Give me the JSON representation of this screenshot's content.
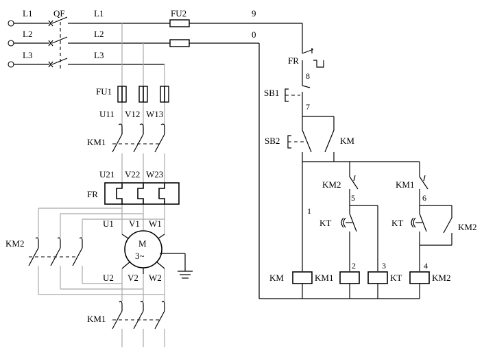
{
  "power": {
    "phases": [
      "L1",
      "L2",
      "L3"
    ],
    "breaker": "QF",
    "line_labels": [
      "L1",
      "L2",
      "L3"
    ],
    "fuse_main": "FU1",
    "terminals_top": [
      "U11",
      "V12",
      "W13"
    ],
    "contactor_main": "KM1",
    "terminals_mid": [
      "U21",
      "V22",
      "W23"
    ],
    "overload": "FR",
    "motor_terminals_top": [
      "U1",
      "V1",
      "W1"
    ],
    "motor_terminals_bottom": [
      "U2",
      "V2",
      "W2"
    ],
    "motor_label_1": "M",
    "motor_label_2": "3~",
    "contactor_left": "KM2",
    "contactor_bottom": "KM1"
  },
  "control": {
    "fuse": "FU2",
    "wire_top": "9",
    "wire_bottom": "0",
    "overload_contact": "FR",
    "stop_button": "SB1",
    "start_button": "SB2",
    "hold_contact": "KM",
    "nodes": [
      "8",
      "7",
      "1",
      "5",
      "6",
      "2",
      "3",
      "4"
    ],
    "interlock_a": "KM2",
    "interlock_b": "KM1",
    "timer_a": "KT",
    "timer_b": "KT",
    "hold_km2": "KM2",
    "coils": [
      "KM",
      "KM1",
      "KT",
      "KM2"
    ]
  }
}
